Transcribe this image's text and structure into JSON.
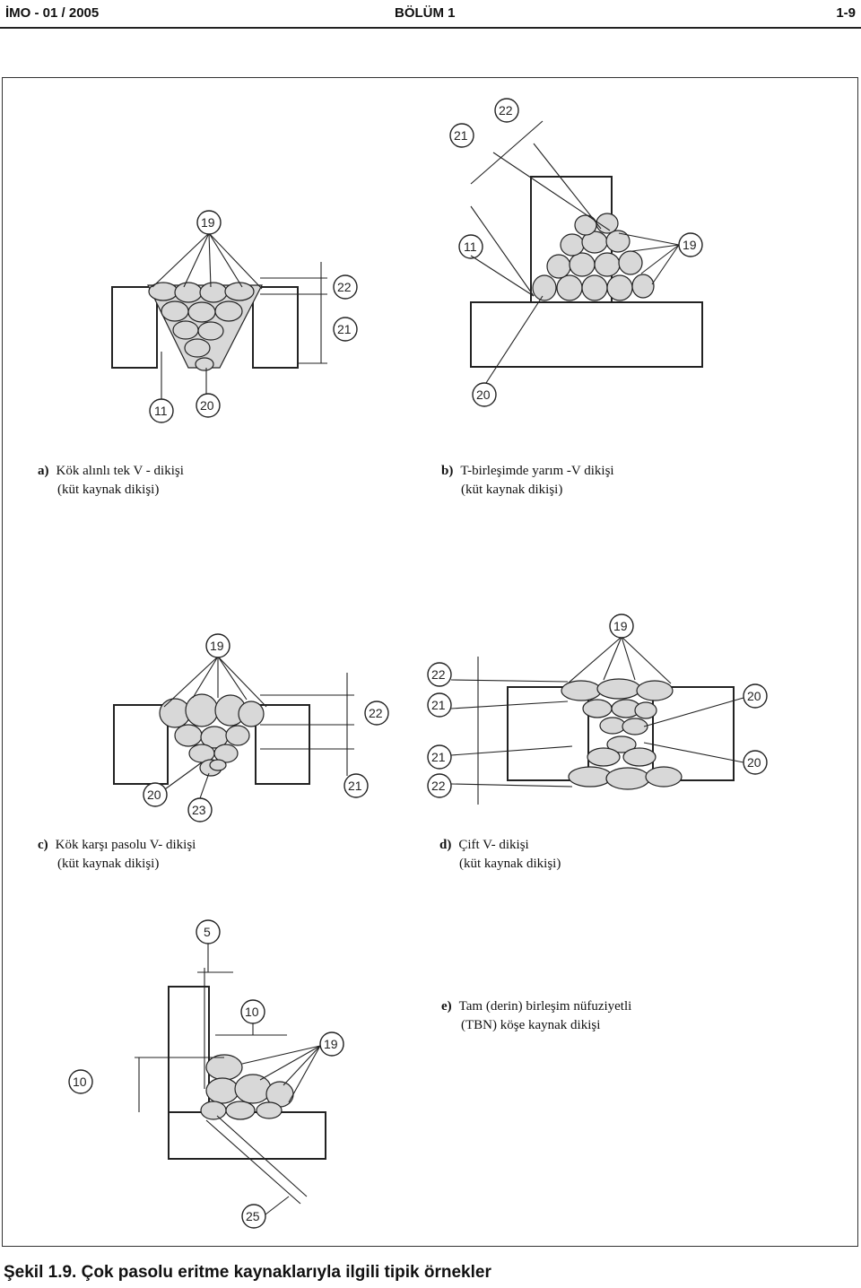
{
  "header": {
    "left": "İMO - 01 / 2005",
    "center": "BÖLÜM 1",
    "right": "1-9"
  },
  "figures": {
    "a": {
      "letter": "a)",
      "line1": "Kök alınlı tek V -  dikişi",
      "line2": "(küt kaynak dikişi)",
      "labels": {
        "t19": "19",
        "t22": "22",
        "t21": "21",
        "t11": "11",
        "t20": "20"
      }
    },
    "b": {
      "letter": "b)",
      "line1": "T-birleşimde yarım -V dikişi",
      "line2": "(küt kaynak dikişi)",
      "labels": {
        "t21": "21",
        "t22": "22",
        "t11": "11",
        "t19": "19",
        "t20": "20"
      }
    },
    "c": {
      "letter": "c)",
      "line1": "Kök karşı pasolu V- dikişi",
      "line2": "(küt kaynak dikişi)",
      "labels": {
        "t19": "19",
        "t22": "22",
        "t21": "21",
        "t20": "20",
        "t23": "23"
      }
    },
    "d": {
      "letter": "d)",
      "line1": "Çift V- dikişi",
      "line2": "(küt kaynak dikişi)",
      "labels": {
        "t19": "19",
        "t22a": "22",
        "t21a": "21",
        "t21b": "21",
        "t22b": "22",
        "t20a": "20",
        "t20b": "20"
      }
    },
    "e": {
      "letter": "e)",
      "line1": "Tam (derin) birleşim nüfuziyetli",
      "line2": "(TBN) köşe kaynak dikişi",
      "labels": {
        "t5": "5",
        "t10a": "10",
        "t10b": "10",
        "t19": "19",
        "t25": "25"
      }
    }
  },
  "footer": {
    "caption": "Şekil  1.9. Çok pasolu eritme kaynaklarıyla ilgili tipik örnekler"
  }
}
